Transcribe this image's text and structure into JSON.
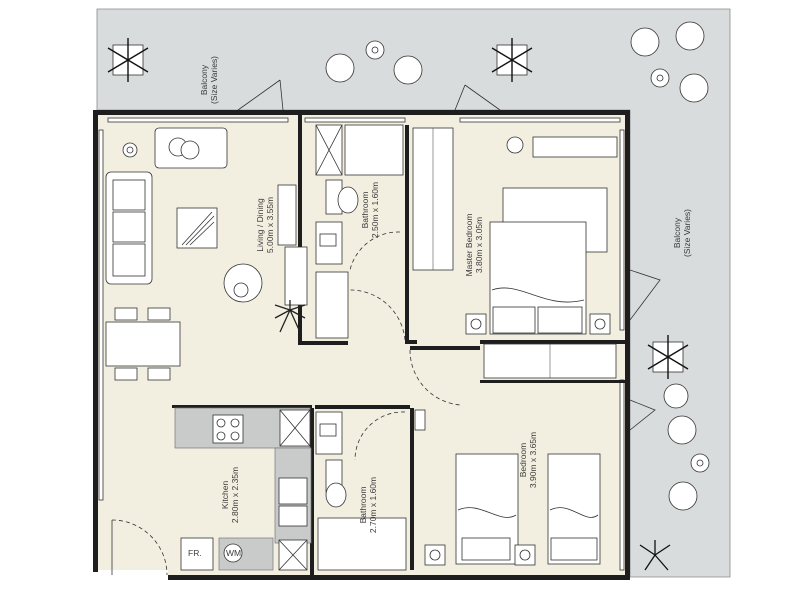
{
  "rooms": {
    "balcony_top": {
      "name": "Balcony",
      "size": "(Size Varies)"
    },
    "balcony_right": {
      "name": "Balcony",
      "size": "(Size Varies)"
    },
    "living": {
      "name": "Living / Dining",
      "size": "5.00m x 3.55m"
    },
    "bath1": {
      "name": "Bathroom",
      "size": "2.50m x 1.60m"
    },
    "master": {
      "name": "Master Bedroom",
      "size": "3.80m x 3.05m"
    },
    "kitchen": {
      "name": "Kitchen",
      "size": "2.80m x 2.35m"
    },
    "bath2": {
      "name": "Bathroom",
      "size": "2.70m x 1.60m"
    },
    "bedroom": {
      "name": "Bedroom",
      "size": "3.90m x 3.65m"
    }
  },
  "appliances": {
    "fridge": "FR.",
    "washer": "WM"
  },
  "colors": {
    "floor": "#f2efe1",
    "balcony": "#d9dcdc",
    "wall": "#1e1e1e",
    "furniture_grey": "#c9cbcb"
  }
}
